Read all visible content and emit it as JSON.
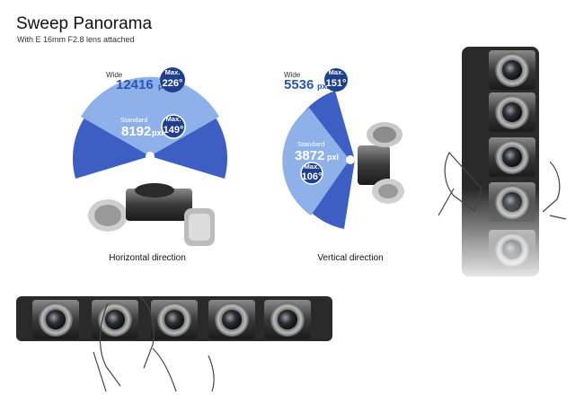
{
  "header": {
    "title": "Sweep Panorama",
    "subtitle": "With E 16mm F2.8 lens attached"
  },
  "horizontal": {
    "wide_label": "Wide",
    "wide_value": "12416",
    "wide_unit": "pxl",
    "wide_max_label": "Max.",
    "wide_max_value": "226°",
    "standard_label": "Standard",
    "standard_value": "8192",
    "standard_unit": "pxl",
    "standard_max_label": "Max.",
    "standard_max_value": "149°",
    "direction_label": "Horizontal direction"
  },
  "vertical": {
    "wide_label": "Wide",
    "wide_value": "5536",
    "wide_unit": "pxl",
    "wide_max_label": "Max.",
    "wide_max_value": "151°",
    "standard_label": "Standard",
    "standard_value": "3872",
    "standard_unit": "pxl",
    "standard_max_label": "Max.",
    "standard_max_value": "106°",
    "direction_label": "Vertical direction"
  },
  "colors": {
    "wide_fan": "#3d5fc4",
    "standard_fan": "#8fb1ea",
    "badge": "#1f3f8f",
    "accent_text": "#2a55b8"
  },
  "icons": [
    "camera-icon",
    "hand-icon"
  ]
}
